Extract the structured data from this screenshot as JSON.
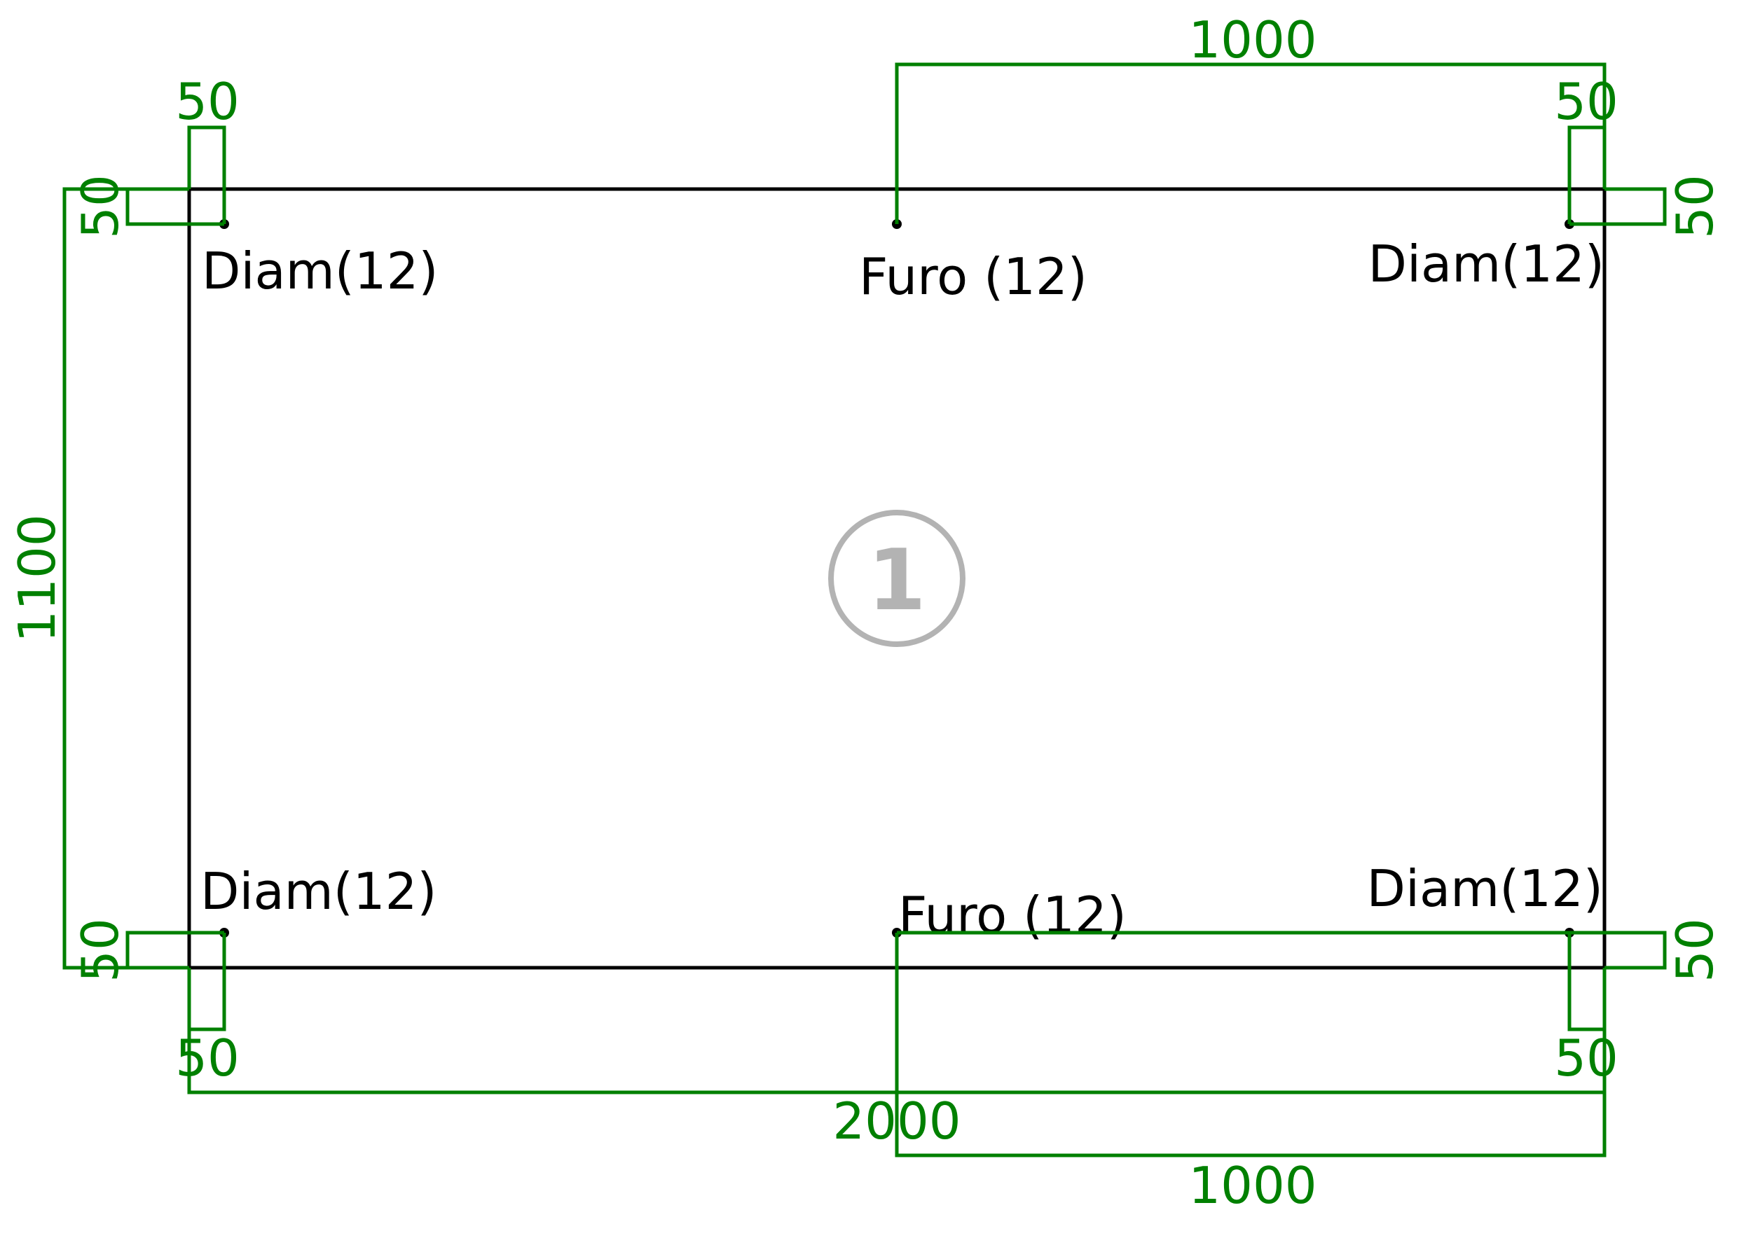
{
  "plate": {
    "part_number": "1"
  },
  "holes": {
    "top_left_label": "Diam(12)",
    "top_center_label": "Furo (12)",
    "top_right_label": "Diam(12)",
    "bottom_left_label": "Diam(12)",
    "bottom_center_label": "Furo (12)",
    "bottom_right_label": "Diam(12)"
  },
  "dimensions": {
    "top_span": "1000",
    "top_left_x_offset": "50",
    "top_right_x_offset": "50",
    "left_top_y_offset": "50",
    "right_top_y_offset": "50",
    "overall_height": "1100",
    "left_bottom_y_offset": "50",
    "right_bottom_y_offset": "50",
    "bottom_left_x_offset": "50",
    "bottom_right_x_offset": "50",
    "overall_width": "2000",
    "bottom_span": "1000"
  }
}
